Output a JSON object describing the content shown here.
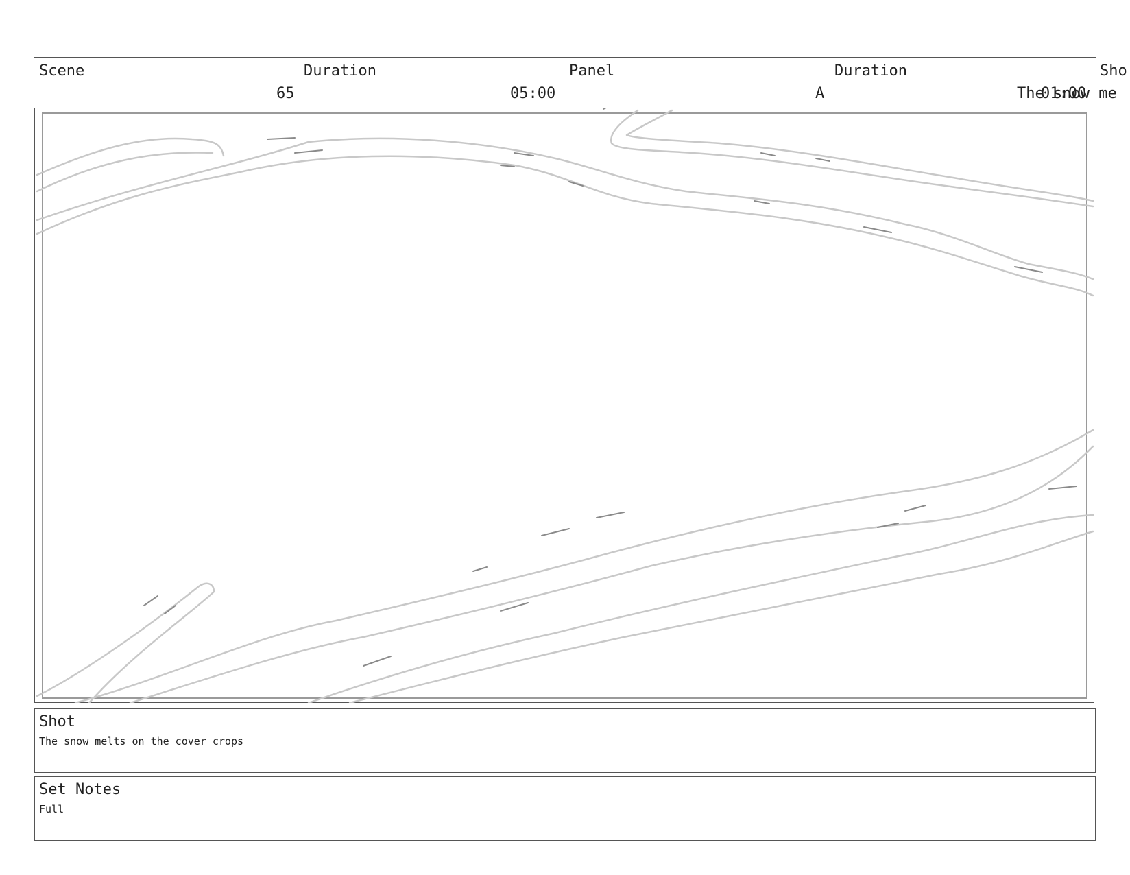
{
  "header": {
    "scene_label": "Scene",
    "duration_label_1": "Duration",
    "panel_label": "Panel",
    "duration_label_2": "Duration",
    "shot_label_clipped": "Sho",
    "scene_value": "65",
    "scene_duration_value": "05:00",
    "panel_value": "A",
    "panel_duration_value": "01:00",
    "shot_value_clipped": "The snow me"
  },
  "panel": {
    "sketch_description_icon": "line-sketch-image"
  },
  "shot_box": {
    "title": "Shot",
    "text": "The snow melts on the cover crops"
  },
  "notes_box": {
    "title": "Set Notes",
    "text": "Full"
  },
  "colors": {
    "border": "#555555",
    "inner_border": "#9a9a9a",
    "sketch_stroke": "#c8c8c8",
    "sketch_dark": "#8a8a8a"
  }
}
